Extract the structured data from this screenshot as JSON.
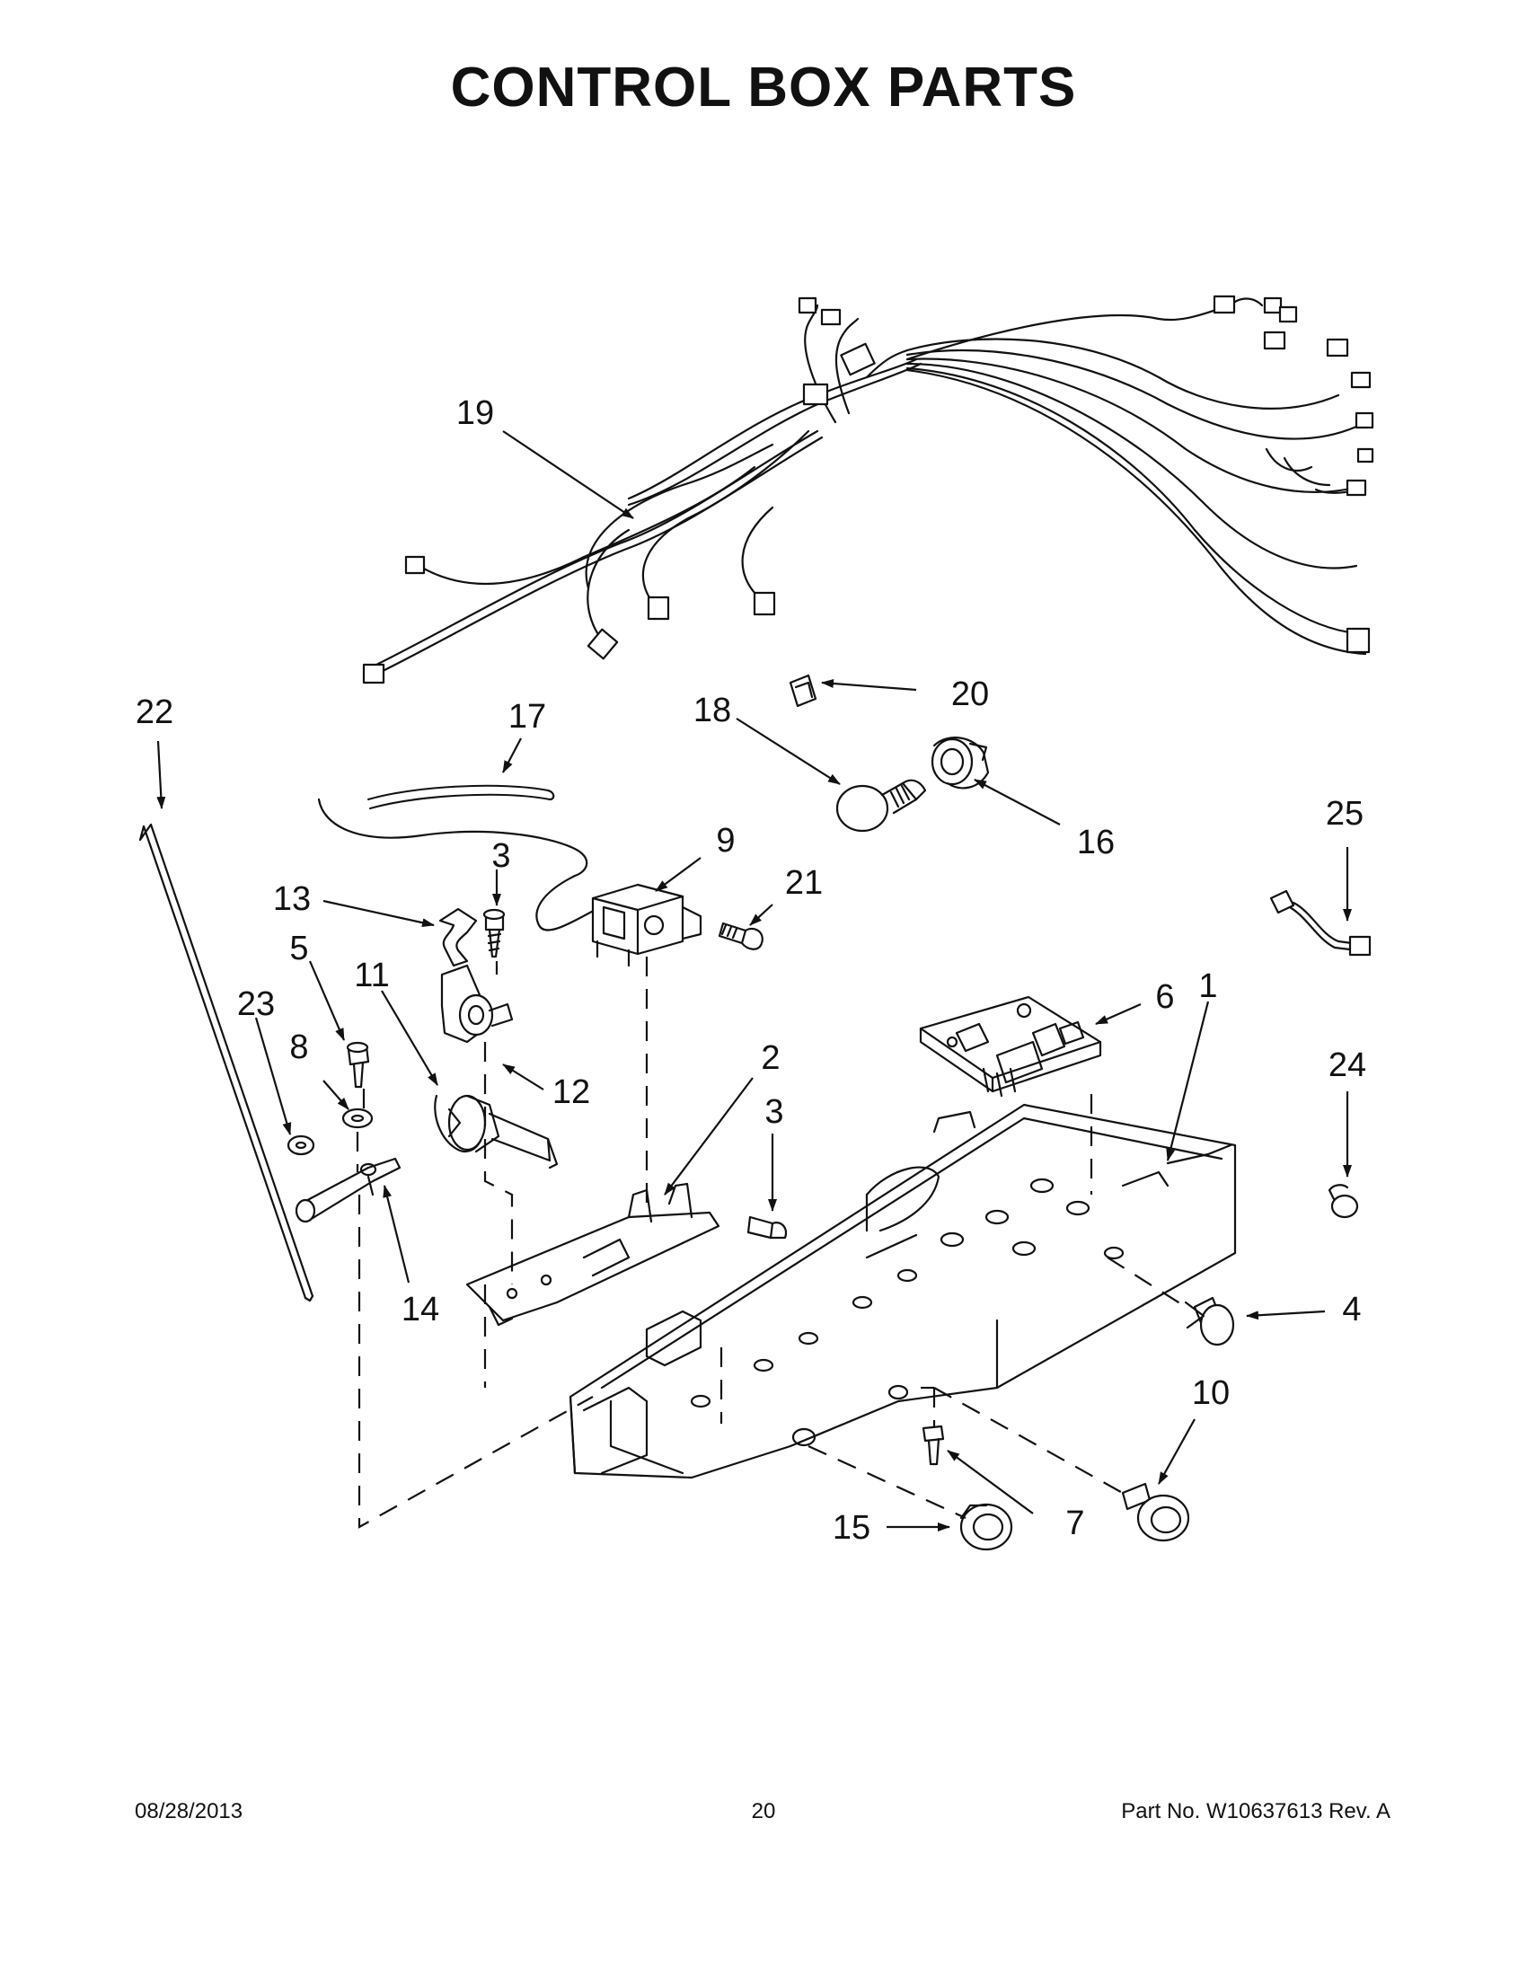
{
  "title": "CONTROL BOX PARTS",
  "callouts": [
    "1",
    "2",
    "3",
    "3",
    "4",
    "5",
    "6",
    "7",
    "8",
    "9",
    "10",
    "11",
    "12",
    "13",
    "14",
    "15",
    "16",
    "17",
    "18",
    "19",
    "20",
    "21",
    "22",
    "23",
    "24",
    "25"
  ],
  "footer": {
    "date": "08/28/2013",
    "page": "20",
    "part_number": "Part No.  W10637613  Rev.  A"
  }
}
